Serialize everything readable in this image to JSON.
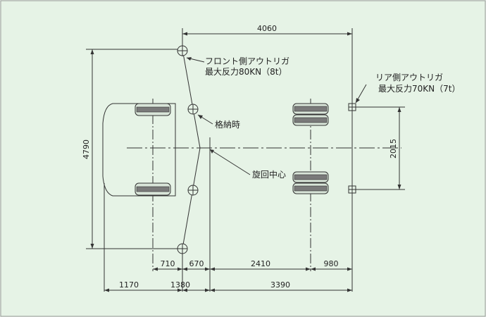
{
  "colors": {
    "background": "#e6f3e6",
    "line": "#333333",
    "accent": "#555555"
  },
  "labels": {
    "front_outrigger_line1": "フロント側アウトリガ",
    "front_outrigger_line2": "最大反力80KN（8t）",
    "rear_outrigger_line1": "リア側アウトリガ",
    "rear_outrigger_line2": "最大反力70KN（7t）",
    "stowed": "格納時",
    "slewing_center": "旋回中心"
  },
  "dimensions": {
    "top_span": "4060",
    "left_height": "4790",
    "right_span": "2015",
    "row1": [
      "710",
      "670",
      "2410",
      "980"
    ],
    "row2": [
      "1170",
      "1380",
      "3390"
    ]
  }
}
